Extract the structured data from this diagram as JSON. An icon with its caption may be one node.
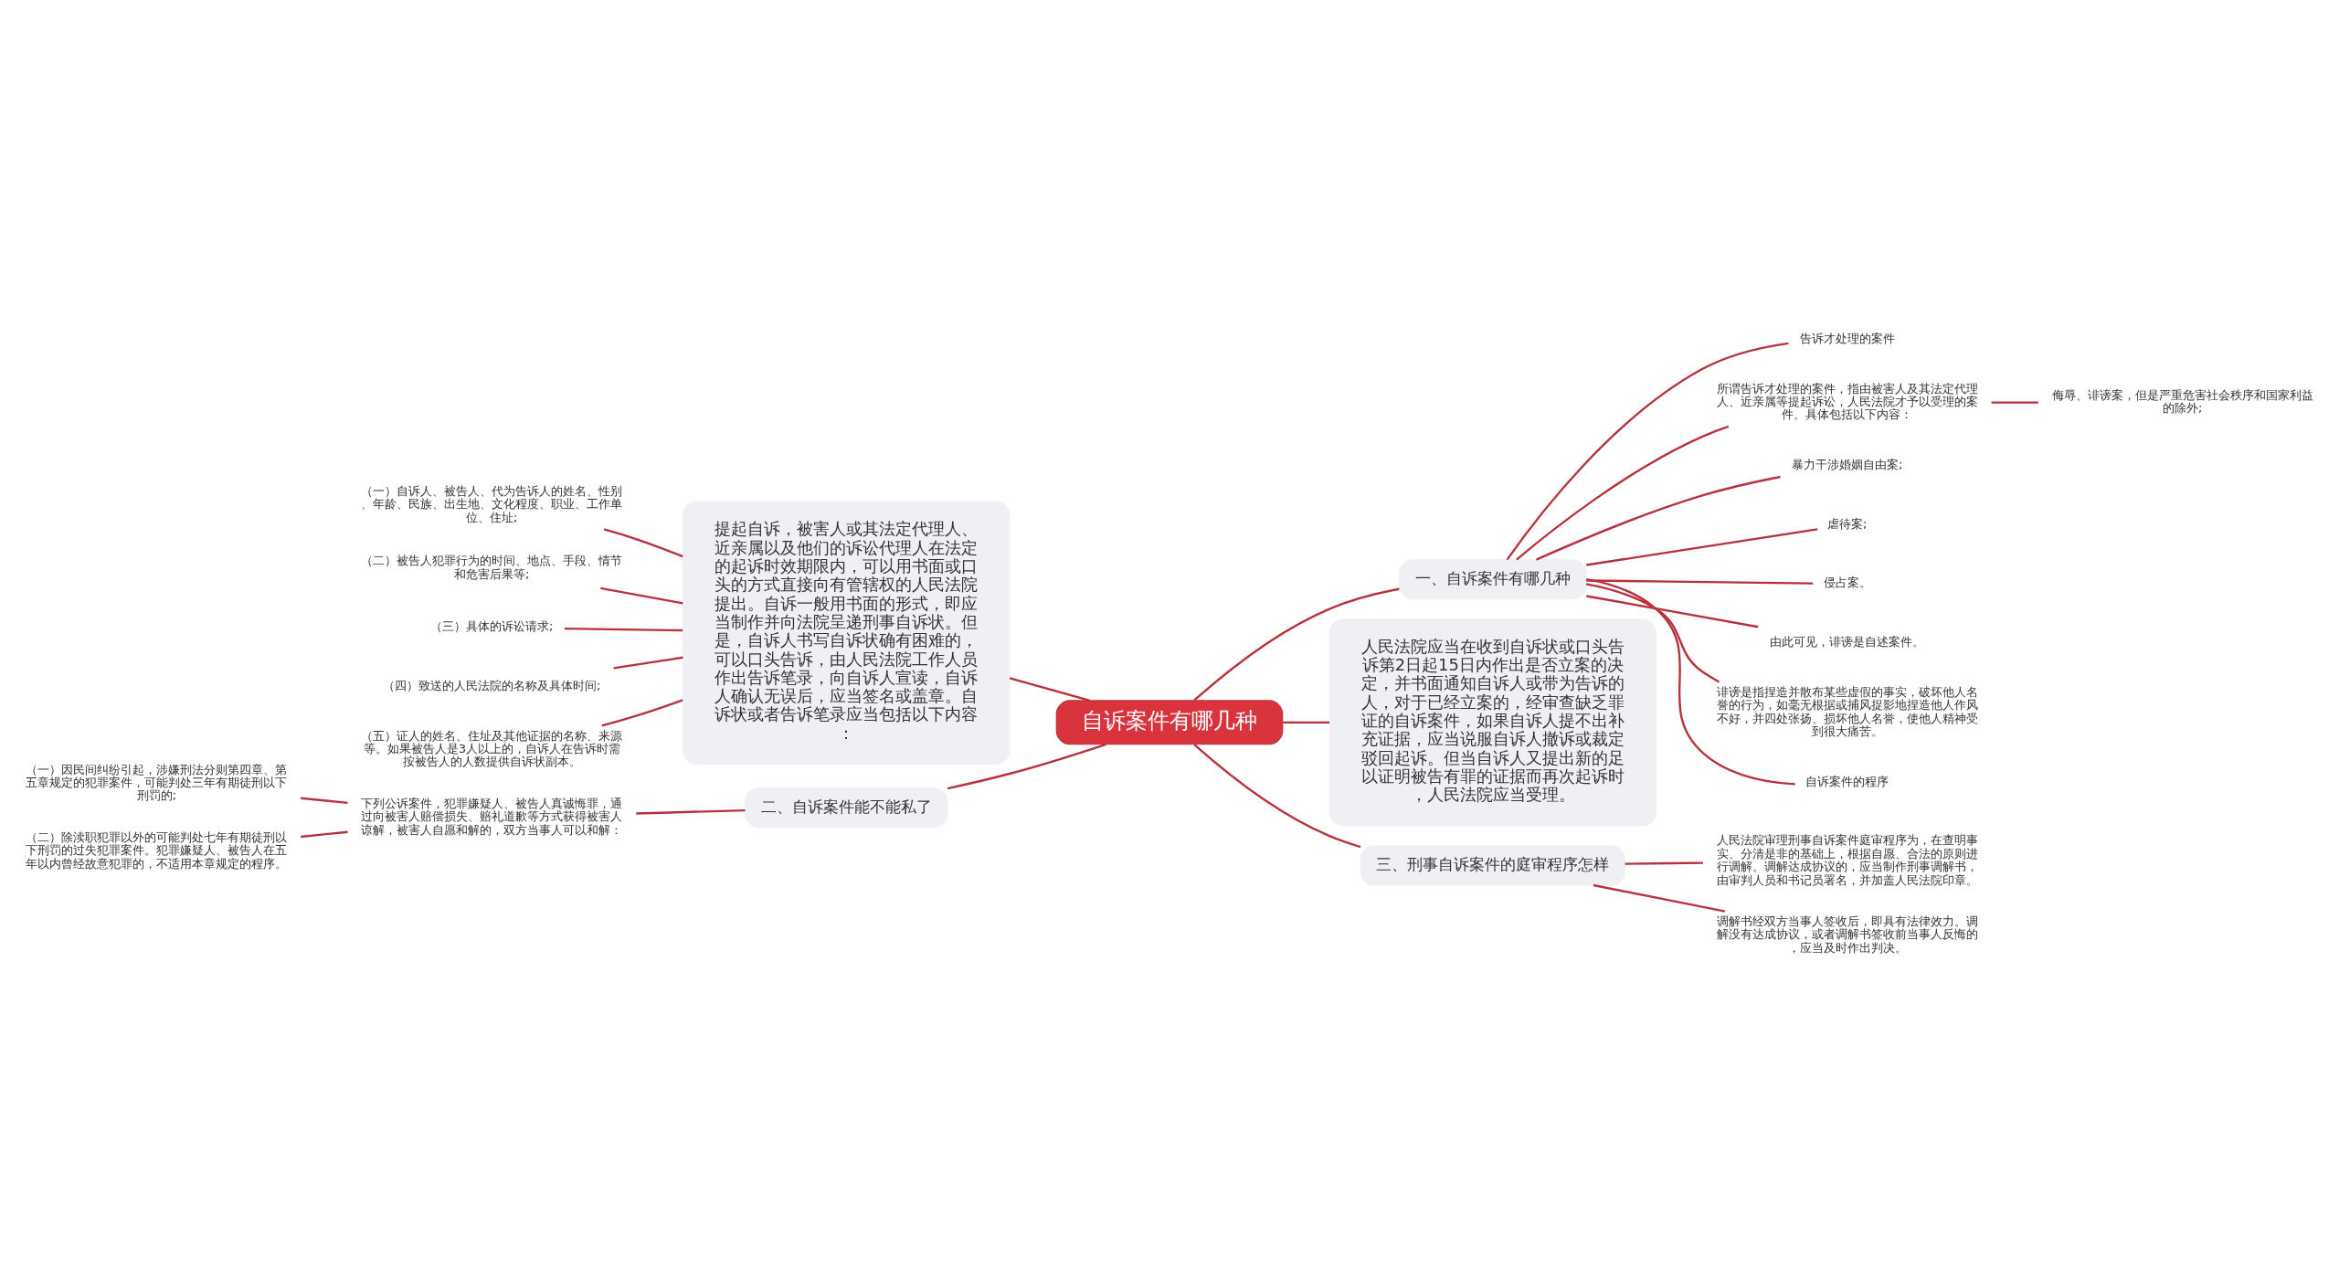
{
  "diagram": {
    "nodes": [
      {
        "text": [
          "自诉案件有哪几种"
        ]
      },
      {
        "text": [
          "一、自诉案件有哪几种"
        ]
      },
      {
        "text": [
          "告诉才处理的案件"
        ]
      },
      {
        "text": [
          "所谓告诉才处理的案件，指由被害人及其法定代理人、近亲属等提起诉讼，人民法院才予以受理的案件。具体包括以下内容："
        ]
      },
      {
        "text": [
          "暴力干涉婚姻自由案;"
        ]
      },
      {
        "text": [
          "虐待案;"
        ]
      },
      {
        "text": [
          "侵占案。"
        ]
      },
      {
        "text": [
          "由此可见，诽谤是自述案件。"
        ]
      },
      {
        "text": [
          "诽谤是指捏造并散布某些虚假的事实，破坏他人名誉的行为，如毫无根据或捕风捉影地捏造他人作风不好，并四处张扬、损坏他人名誉，使他人精神受到很大痛苦。"
        ]
      },
      {
        "text": [
          "自诉案件的程序"
        ]
      },
      {
        "text": [
          "侮辱、诽谤案，但是严重危害社会秩序和国家利益的除外;"
        ]
      },
      {
        "text": [
          "提起自诉，被害人或其法定代理人、近亲属以及他们的诉讼代理人在法定的起诉时效期限内，可以用书面或口头的方式直接向有管辖权的人民法院提出。自诉一般用书面的形式，即应当制作并向法院呈递刑事自诉状。但是，自诉人书写自诉状确有困难的，可以口头告诉，由人民法院工作人员作出告诉笔录，向自诉人宣读，自诉人确认无误后，应当签名或盖章。自诉状或者告诉笔录应当包括以下内容："
        ]
      },
      {
        "text": [
          "（一）自诉人、被告人、代为告诉人的姓名、性别、年龄、民族、出生地、文化程度、职业、工作单位、住址;"
        ]
      },
      {
        "text": [
          "（二）被告人犯罪行为的时间、地点、手段、情节和危害后果等;"
        ]
      },
      {
        "text": [
          "（三）具体的诉讼请求;"
        ]
      },
      {
        "text": [
          "（四）致送的人民法院的名称及具体时间;"
        ]
      },
      {
        "text": [
          "（五）证人的姓名、住址及其他证据的名称、来源等。如果被告人是3人以上的，自诉人在告诉时需按被告人的人数提供自诉状副本。"
        ]
      },
      {
        "text": [
          "人民法院应当在收到自诉状或口头告诉第2日起15日内作出是否立案的决定，并书面通知自诉人或带为告诉的人，对于已经立案的，经审查缺乏罪证的自诉案件，如果自诉人提不出补充证据，应当说服自诉人撤诉或裁定驳回起诉。但当自诉人又提出新的足以证明被告有罪的证据而再次起诉时，人民法院应当受理。"
        ]
      },
      {
        "text": [
          "二、自诉案件能不能私了"
        ]
      },
      {
        "text": [
          "下列公诉案件，犯罪嫌疑人、被告人真诚悔罪，通过向被害人赔偿损失、赔礼道歉等方式获得被害人谅解，被害人自愿和解的，双方当事人可以和解："
        ]
      },
      {
        "text": [
          "（一）因民间纠纷引起，涉嫌刑法分则第四章、第五章规定的犯罪案件，可能判处三年有期徒刑以下刑罚的;"
        ]
      },
      {
        "text": [
          "（二）除渎职犯罪以外的可能判处七年有期徒刑以下刑罚的过失犯罪案件。犯罪嫌疑人、被告人在五年以内曾经故意犯罪的，不适用本章规定的程序。"
        ]
      },
      {
        "text": [
          "三、刑事自诉案件的庭审程序怎样"
        ]
      },
      {
        "text": [
          "人民法院审理刑事自诉案件庭审程序为，在查明事实、分清是非的基础上，根据自愿、合法的原则进行调解。调解达成协议的，应当制作刑事调解书，由审判人员和书记员署名，并加盖人民法院印章。"
        ]
      },
      {
        "text": [
          "调解书经双方当事人签收后，即具有法律效力。调解没有达成协议，或者调解书签收前当事人反悔的，应当及时作出判决。"
        ]
      }
    ],
    "edges": [
      {
        "from": 0,
        "to": 1,
        "arrow": "none"
      },
      {
        "from": 1,
        "to": 2,
        "arrow": "none"
      },
      {
        "from": 1,
        "to": 3,
        "arrow": "none"
      },
      {
        "from": 1,
        "to": 4,
        "arrow": "none"
      },
      {
        "from": 1,
        "to": 5,
        "arrow": "none"
      },
      {
        "from": 1,
        "to": 6,
        "arrow": "none"
      },
      {
        "from": 1,
        "to": 7,
        "arrow": "none"
      },
      {
        "from": 1,
        "to": 8,
        "arrow": "none"
      },
      {
        "from": 1,
        "to": 9,
        "arrow": "none"
      },
      {
        "from": 3,
        "to": 10,
        "arrow": "none"
      },
      {
        "from": 0,
        "to": 11,
        "arrow": "none"
      },
      {
        "from": 11,
        "to": 12,
        "arrow": "none"
      },
      {
        "from": 11,
        "to": 13,
        "arrow": "none"
      },
      {
        "from": 11,
        "to": 14,
        "arrow": "none"
      },
      {
        "from": 11,
        "to": 15,
        "arrow": "none"
      },
      {
        "from": 11,
        "to": 16,
        "arrow": "none"
      },
      {
        "from": 0,
        "to": 17,
        "arrow": "none"
      },
      {
        "from": 0,
        "to": 18,
        "arrow": "none"
      },
      {
        "from": 18,
        "to": 19,
        "arrow": "none"
      },
      {
        "from": 19,
        "to": 20,
        "arrow": "none"
      },
      {
        "from": 19,
        "to": 21,
        "arrow": "none"
      },
      {
        "from": 0,
        "to": 22,
        "arrow": "none"
      },
      {
        "from": 22,
        "to": 23,
        "arrow": "none"
      },
      {
        "from": 22,
        "to": 24,
        "arrow": "none"
      }
    ]
  }
}
